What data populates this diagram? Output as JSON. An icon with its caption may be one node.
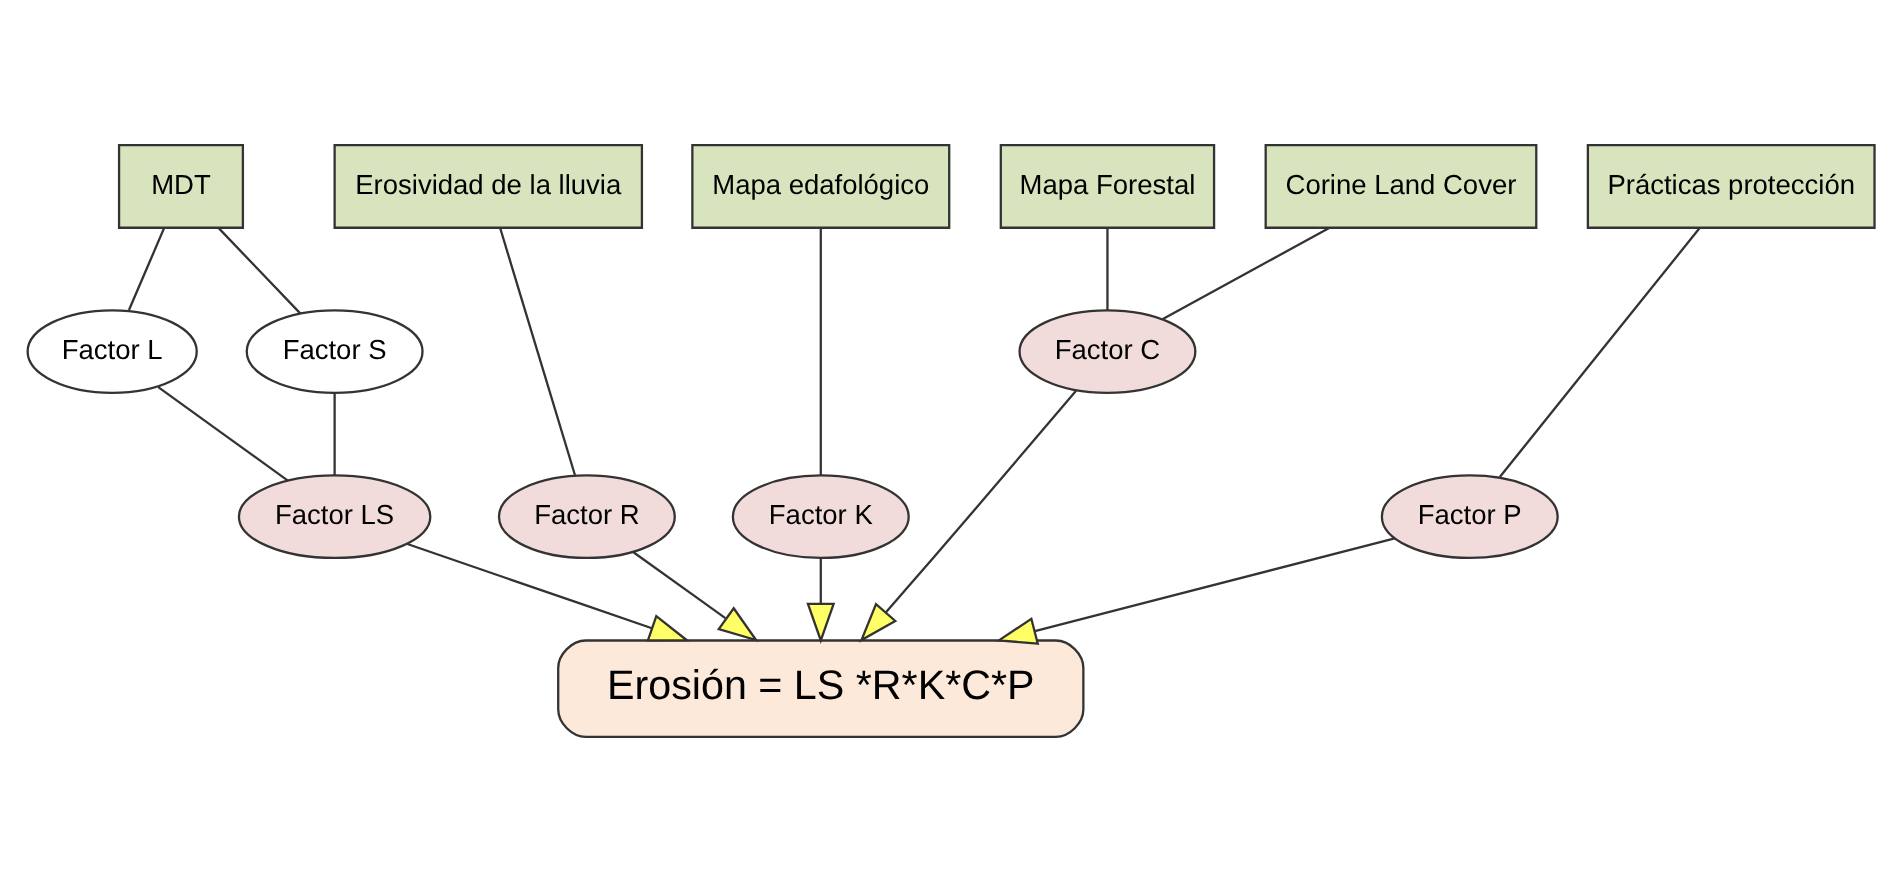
{
  "diagram": {
    "nodes": [
      {
        "text": [
          "MDT"
        ]
      },
      {
        "text": [
          "Erosividad de la lluvia"
        ]
      },
      {
        "text": [
          "Mapa edafológico"
        ]
      },
      {
        "text": [
          "Mapa Forestal"
        ]
      },
      {
        "text": [
          "Corine Land Cover"
        ]
      },
      {
        "text": [
          "Prácticas protección"
        ]
      },
      {
        "text": [
          "Factor L"
        ]
      },
      {
        "text": [
          "Factor S"
        ]
      },
      {
        "text": [
          "Factor LS"
        ]
      },
      {
        "text": [
          "Factor R"
        ]
      },
      {
        "text": [
          "Factor K"
        ]
      },
      {
        "text": [
          "Factor C"
        ]
      },
      {
        "text": [
          "Factor P"
        ]
      },
      {
        "text": [
          "Erosión = LS *R*K*C*P"
        ]
      }
    ],
    "edges": [
      {
        "from": 0,
        "to": 6,
        "arrow": "none"
      },
      {
        "from": 0,
        "to": 7,
        "arrow": "none"
      },
      {
        "from": 6,
        "to": 8,
        "arrow": "none"
      },
      {
        "from": 7,
        "to": 8,
        "arrow": "none"
      },
      {
        "from": 1,
        "to": 9,
        "arrow": "none"
      },
      {
        "from": 2,
        "to": 10,
        "arrow": "none"
      },
      {
        "from": 3,
        "to": 11,
        "arrow": "none"
      },
      {
        "from": 4,
        "to": 11,
        "arrow": "none"
      },
      {
        "from": 5,
        "to": 12,
        "arrow": "none"
      },
      {
        "from": 8,
        "to": 13,
        "arrow": "to"
      },
      {
        "from": 9,
        "to": 13,
        "arrow": "to"
      },
      {
        "from": 10,
        "to": 13,
        "arrow": "to"
      },
      {
        "from": 11,
        "to": 13,
        "arrow": "to"
      },
      {
        "from": 12,
        "to": 13,
        "arrow": "to"
      }
    ]
  }
}
